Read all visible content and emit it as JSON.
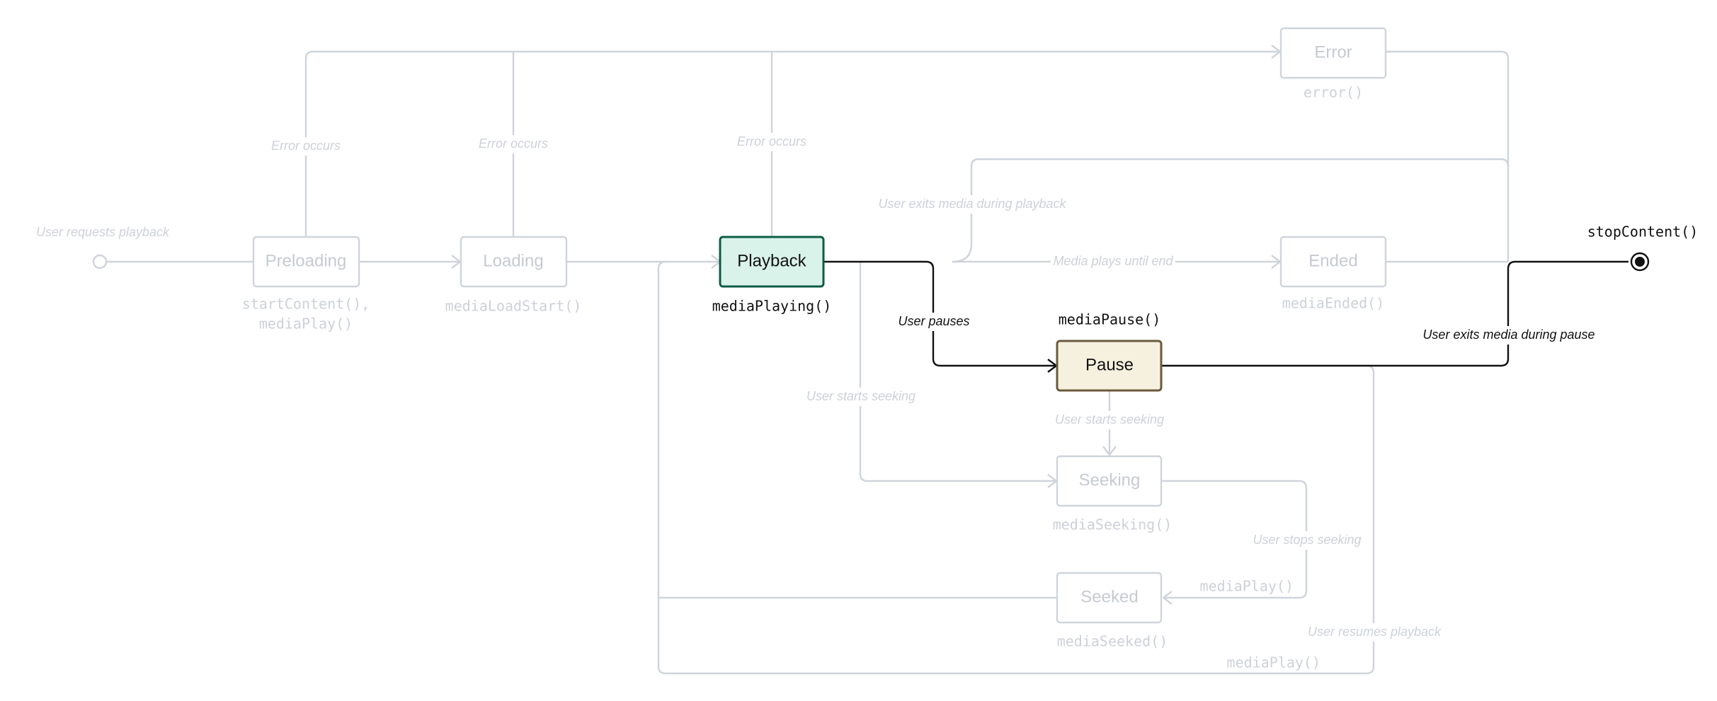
{
  "colors": {
    "muted": "#cfd4dc",
    "muted_text": "#cdd1d8",
    "active_line": "#111111",
    "playback_fill": "#d9f2ea",
    "playback_stroke": "#0d5c45",
    "pause_fill": "#f6f1df",
    "pause_stroke": "#6b5a3c"
  },
  "states": {
    "preloading": "Preloading",
    "loading": "Loading",
    "playback": "Playback",
    "pause": "Pause",
    "error": "Error",
    "ended": "Ended",
    "seeking": "Seeking",
    "seeked": "Seeked"
  },
  "functions": {
    "start_content_1": "startContent(),",
    "start_content_2": "mediaPlay()",
    "media_load_start": "mediaLoadStart()",
    "media_playing": "mediaPlaying()",
    "media_pause": "mediaPause()",
    "error_fn": "error()",
    "media_ended": "mediaEnded()",
    "media_seeking": "mediaSeeking()",
    "media_seeked": "mediaSeeked()",
    "media_play_seek": "mediaPlay()",
    "media_play_resume": "mediaPlay()",
    "stop_content": "stopContent()"
  },
  "transitions": {
    "user_requests_playback": "User requests playback",
    "error_occurs_1": "Error occurs",
    "error_occurs_2": "Error occurs",
    "error_occurs_3": "Error occurs",
    "exit_during_playback": "User exits media during playback",
    "plays_until_end": "Media plays until end",
    "user_pauses": "User pauses",
    "exit_during_pause": "User exits media during pause",
    "starts_seeking_from_playback": "User starts seeking",
    "starts_seeking_from_pause": "User starts seeking",
    "stops_seeking": "User stops seeking",
    "resumes_playback": "User resumes playback"
  }
}
